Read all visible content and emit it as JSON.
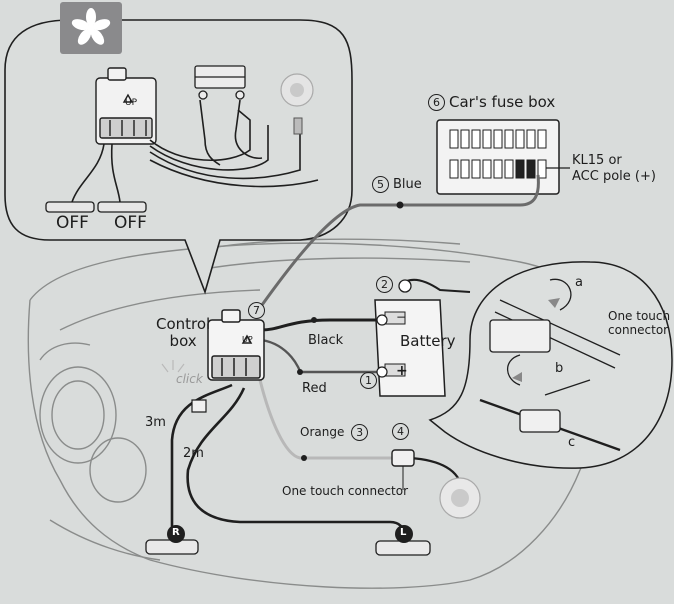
{
  "labels": {
    "off_left": "OFF",
    "off_right": "OFF",
    "up_inset": "UP",
    "up_main": "UP",
    "fuse_box_num": "6",
    "fuse_box": "Car's fuse box",
    "kl15_line1": "KL15 or",
    "kl15_line2": "ACC pole (+)",
    "blue_num": "5",
    "blue": "Blue",
    "control_box_line1": "Control",
    "control_box_line2": "box",
    "control_num": "7",
    "black": "Black",
    "battery": "Battery",
    "battery_num": "2",
    "red": "Red",
    "red_num": "1",
    "orange": "Orange",
    "orange_num": "3",
    "connector_num": "4",
    "one_touch_connector": "One touch connector",
    "one_touch_line1": "One touch",
    "one_touch_line2": "connector",
    "step_a": "a",
    "step_b": "b",
    "step_c": "c",
    "click": "click",
    "len_3m": "3m",
    "len_2m": "2m",
    "lamp_r": "R",
    "lamp_l": "L",
    "plus": "+",
    "minus": "−"
  },
  "colors": {
    "background": "#d9dcdb",
    "line": "#1f1f1f",
    "blue_wire": "#6b6b6b",
    "orange_wire": "#b8b8b8",
    "fan_box": "#8a8a8c"
  }
}
